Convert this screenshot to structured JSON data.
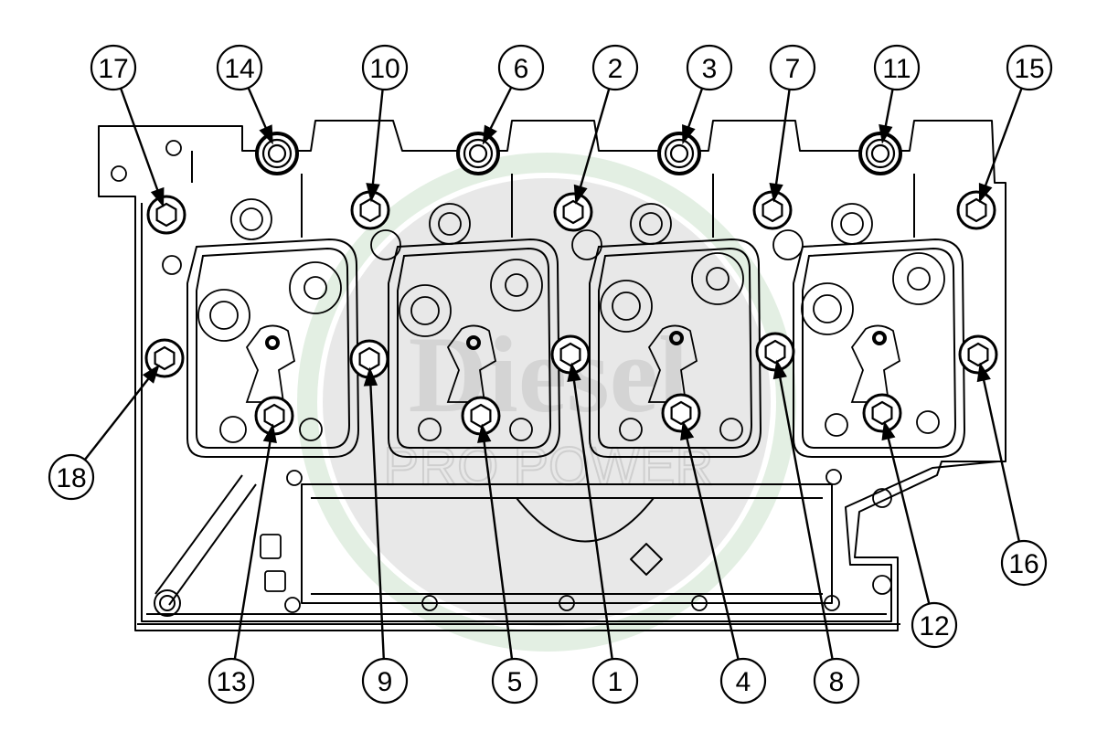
{
  "watermark": {
    "line1": "Diesel",
    "line2": "PRO POWER",
    "color": "#d9d9d9",
    "ring_color": "#e3efe3"
  },
  "colors": {
    "line": "#000000",
    "background": "#ffffff"
  },
  "bolts": [
    {
      "label": "17",
      "icon": "hex-bolt-icon"
    },
    {
      "label": "14",
      "icon": "round-bolt-icon"
    },
    {
      "label": "10",
      "icon": "hex-bolt-icon"
    },
    {
      "label": "6",
      "icon": "round-bolt-icon"
    },
    {
      "label": "2",
      "icon": "hex-bolt-icon"
    },
    {
      "label": "3",
      "icon": "round-bolt-icon"
    },
    {
      "label": "7",
      "icon": "hex-bolt-icon"
    },
    {
      "label": "11",
      "icon": "round-bolt-icon"
    },
    {
      "label": "15",
      "icon": "hex-bolt-icon"
    },
    {
      "label": "18",
      "icon": "hex-bolt-icon"
    },
    {
      "label": "9",
      "icon": "hex-bolt-icon"
    },
    {
      "label": "1",
      "icon": "hex-bolt-icon"
    },
    {
      "label": "8",
      "icon": "hex-bolt-icon"
    },
    {
      "label": "16",
      "icon": "hex-bolt-icon"
    },
    {
      "label": "13",
      "icon": "hex-bolt-icon"
    },
    {
      "label": "5",
      "icon": "hex-bolt-icon"
    },
    {
      "label": "4",
      "icon": "hex-bolt-icon"
    },
    {
      "label": "12",
      "icon": "hex-bolt-icon"
    }
  ]
}
